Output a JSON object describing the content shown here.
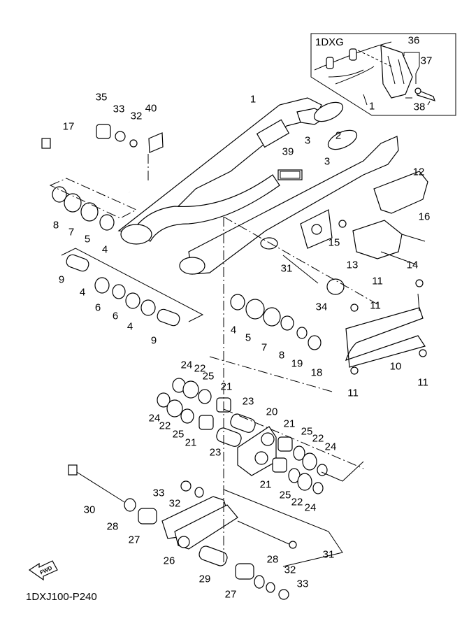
{
  "diagram": {
    "title_code": "1DXJ100-P240",
    "fwd_label": "FWD",
    "inset": {
      "model": "1DXG",
      "labels": [
        "36",
        "37",
        "38",
        "1"
      ]
    },
    "callouts": [
      {
        "id": "c1",
        "text": "1"
      },
      {
        "id": "c2",
        "text": "2"
      },
      {
        "id": "c3a",
        "text": "3"
      },
      {
        "id": "c3b",
        "text": "3"
      },
      {
        "id": "c4a",
        "text": "4"
      },
      {
        "id": "c4b",
        "text": "4"
      },
      {
        "id": "c4c",
        "text": "4"
      },
      {
        "id": "c4d",
        "text": "4"
      },
      {
        "id": "c5a",
        "text": "5"
      },
      {
        "id": "c5b",
        "text": "5"
      },
      {
        "id": "c6a",
        "text": "6"
      },
      {
        "id": "c6b",
        "text": "6"
      },
      {
        "id": "c7a",
        "text": "7"
      },
      {
        "id": "c7b",
        "text": "7"
      },
      {
        "id": "c8a",
        "text": "8"
      },
      {
        "id": "c8b",
        "text": "8"
      },
      {
        "id": "c9a",
        "text": "9"
      },
      {
        "id": "c9b",
        "text": "9"
      },
      {
        "id": "c10",
        "text": "10"
      },
      {
        "id": "c11a",
        "text": "11"
      },
      {
        "id": "c11b",
        "text": "11"
      },
      {
        "id": "c11c",
        "text": "11"
      },
      {
        "id": "c11d",
        "text": "11"
      },
      {
        "id": "c12",
        "text": "12"
      },
      {
        "id": "c13",
        "text": "13"
      },
      {
        "id": "c14",
        "text": "14"
      },
      {
        "id": "c15",
        "text": "15"
      },
      {
        "id": "c16",
        "text": "16"
      },
      {
        "id": "c17",
        "text": "17"
      },
      {
        "id": "c18",
        "text": "18"
      },
      {
        "id": "c19",
        "text": "19"
      },
      {
        "id": "c20",
        "text": "20"
      },
      {
        "id": "c21a",
        "text": "21"
      },
      {
        "id": "c21b",
        "text": "21"
      },
      {
        "id": "c21c",
        "text": "21"
      },
      {
        "id": "c21d",
        "text": "21"
      },
      {
        "id": "c22a",
        "text": "22"
      },
      {
        "id": "c22b",
        "text": "22"
      },
      {
        "id": "c22c",
        "text": "22"
      },
      {
        "id": "c22d",
        "text": "22"
      },
      {
        "id": "c23a",
        "text": "23"
      },
      {
        "id": "c23b",
        "text": "23"
      },
      {
        "id": "c24a",
        "text": "24"
      },
      {
        "id": "c24b",
        "text": "24"
      },
      {
        "id": "c24c",
        "text": "24"
      },
      {
        "id": "c24d",
        "text": "24"
      },
      {
        "id": "c25a",
        "text": "25"
      },
      {
        "id": "c25b",
        "text": "25"
      },
      {
        "id": "c25c",
        "text": "25"
      },
      {
        "id": "c25d",
        "text": "25"
      },
      {
        "id": "c26",
        "text": "26"
      },
      {
        "id": "c27a",
        "text": "27"
      },
      {
        "id": "c27b",
        "text": "27"
      },
      {
        "id": "c28a",
        "text": "28"
      },
      {
        "id": "c28b",
        "text": "28"
      },
      {
        "id": "c29",
        "text": "29"
      },
      {
        "id": "c30",
        "text": "30"
      },
      {
        "id": "c31a",
        "text": "31"
      },
      {
        "id": "c31b",
        "text": "31"
      },
      {
        "id": "c32a",
        "text": "32"
      },
      {
        "id": "c32b",
        "text": "32"
      },
      {
        "id": "c32c",
        "text": "32"
      },
      {
        "id": "c33a",
        "text": "33"
      },
      {
        "id": "c33b",
        "text": "33"
      },
      {
        "id": "c33c",
        "text": "33"
      },
      {
        "id": "c34",
        "text": "34"
      },
      {
        "id": "c35",
        "text": "35"
      },
      {
        "id": "c39",
        "text": "39"
      },
      {
        "id": "c40",
        "text": "40"
      }
    ]
  }
}
